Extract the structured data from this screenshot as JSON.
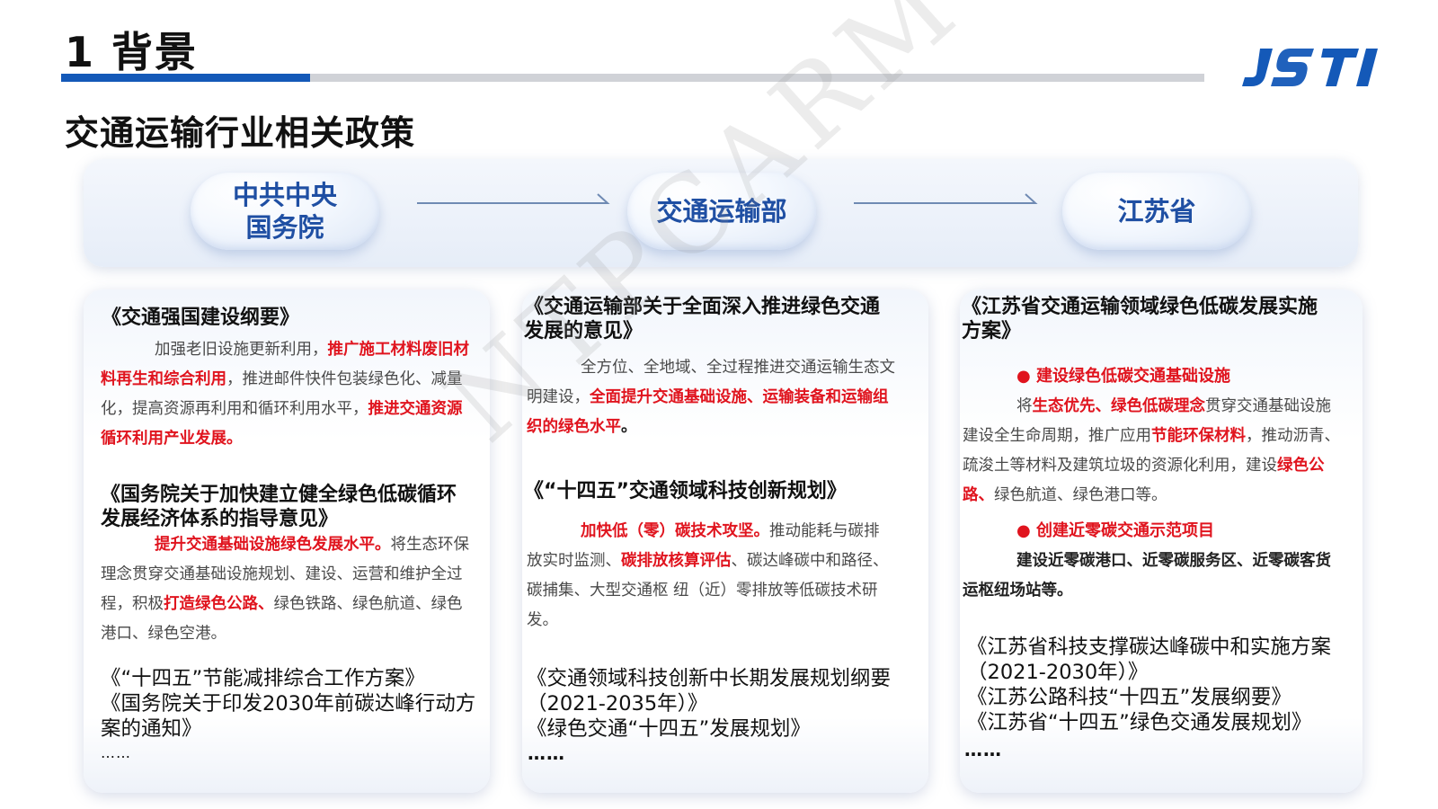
{
  "header": {
    "section_title": "1 背景",
    "logo_text": "JSTI",
    "subtitle": "交通运输行业相关政策"
  },
  "orgs": [
    {
      "line1": "中共中央",
      "line2": "国务院"
    },
    {
      "line1": "交通运输部"
    },
    {
      "line1": "江苏省"
    }
  ],
  "col1": {
    "doc1_title": "《交通强国建设纲要》",
    "doc1_a": "加强老旧设施更新利用，",
    "doc1_b": "推广施工材料废旧材",
    "doc1_c": "料再生和综合利用",
    "doc1_d": "，推进邮件快件包装绿色化、减量",
    "doc1_e": "化，提高资源再利用和循环利用水平，",
    "doc1_f": "推进交通资源",
    "doc1_g": "循环利用产业发展。",
    "doc2_title_1": "《国务院关于加快建立健全绿色低碳循环",
    "doc2_title_2": "发展经济体系的指导意见》",
    "doc2_a": "提升交通基础设施绿色发展水平。",
    "doc2_b": "将生态环保",
    "doc2_c": "理念贯穿交通基础设施规划、建设、运营和维护全过",
    "doc2_d": "程，积极",
    "doc2_e": "打造绿色公路、",
    "doc2_f": "绿色铁路、绿色航道、绿色",
    "doc2_g": "港口、绿色空港。",
    "list_1": "《“十四五”节能减排综合工作方案》",
    "list_2": "《国务院关于印发2030年前碳达峰行动方",
    "list_3": "案的通知》",
    "ellipsis": "……"
  },
  "col2": {
    "doc1_title_1": "《交通运输部关于全面深入推进绿色交通",
    "doc1_title_2": "发展的意见》",
    "doc1_a": "全方位、全地域、全过程推进交通运输生态文",
    "doc1_b": "明建设，",
    "doc1_c": "全面提升交通基础设施、运输装备和运输组",
    "doc1_d": "织的绿色水平",
    "doc1_e": "。",
    "doc2_title": "《“十四五”交通领域科技创新规划》",
    "doc2_a": "加快低（零）碳技术攻坚。",
    "doc2_b": "推动能耗与碳排",
    "doc2_c": "放实时监测、",
    "doc2_d": "碳排放核算评估",
    "doc2_e": "、碳达峰碳中和路径、",
    "doc2_f": "碳捕集、大型交通枢 纽（近）零排放等低碳技术研",
    "doc2_g": "发。",
    "list_1": "《交通领域科技创新中长期发展规划纲要",
    "list_2": "（2021-2035年）》",
    "list_3": "《绿色交通“十四五”发展规划》",
    "ellipsis": "……"
  },
  "col3": {
    "doc1_title_1": "《江苏省交通运输领域绿色低碳发展实施",
    "doc1_title_2": "方案》",
    "bullet1": "● 建设绿色低碳交通基础设施",
    "b1_a": "将",
    "b1_b": "生态优先、绿色低碳理念",
    "b1_c": "贯穿交通基础设施",
    "b1_d": "建设全生命周期，推广应用",
    "b1_e": "节能环保材料",
    "b1_f": "，推动沥青、",
    "b1_g": "疏浚土等材料及建筑垃圾的资源化利用，建设",
    "b1_h": "绿色公",
    "b1_i": "路、",
    "b1_j": "绿色航道、绿色港口等。",
    "bullet2": "● 创建近零碳交通示范项目",
    "b2_a": "建设近零碳港口、近零碳服务区、近零碳客货",
    "b2_b": "运枢纽场站等。",
    "list_1": "《江苏省科技支撑碳达峰碳中和实施方案",
    "list_2": "（2021-2030年）》",
    "list_3": "《江苏公路科技“十四五”发展纲要》",
    "list_4": "《江苏省“十四五”绿色交通发展规划》",
    "ellipsis": "……"
  },
  "watermark": "NTPCARM",
  "colors": {
    "brand_blue": "#1459b8",
    "highlight_red": "#e0141e",
    "org_text": "#1f4fa3"
  }
}
